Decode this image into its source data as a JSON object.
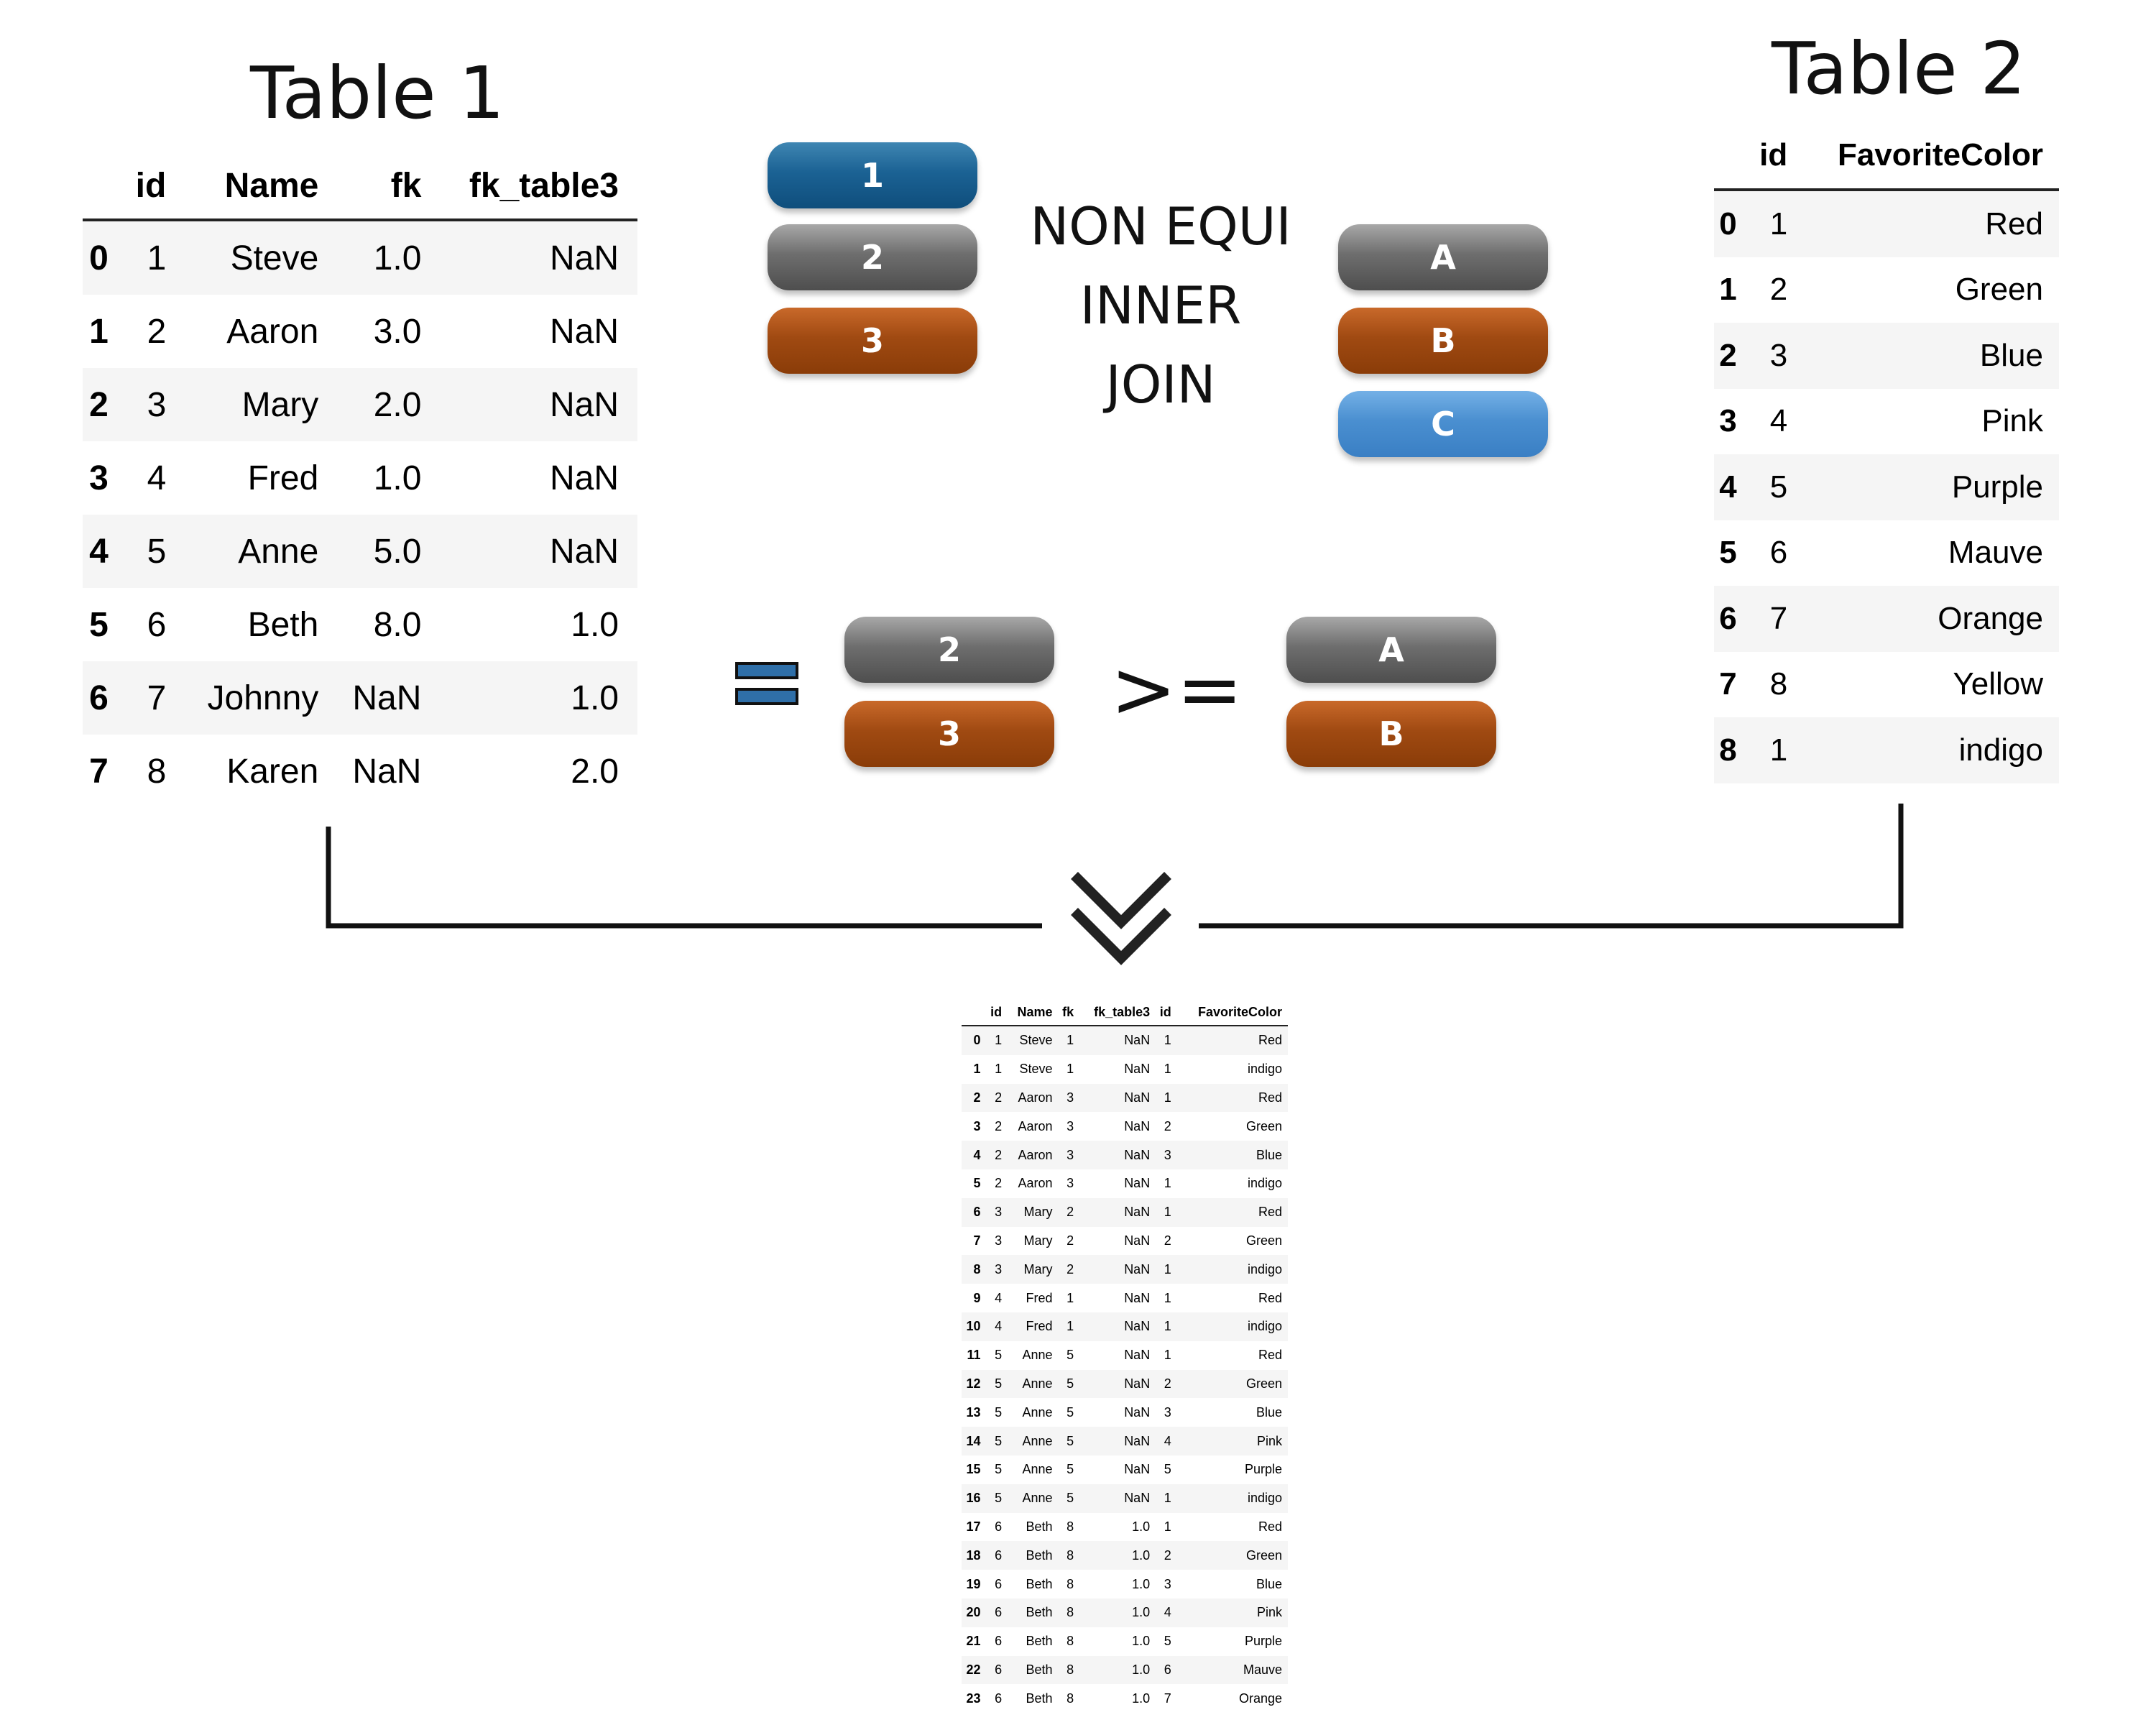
{
  "table1": {
    "title": "Table 1",
    "columns": [
      "",
      "id",
      "Name",
      "fk",
      "fk_table3"
    ],
    "rows": [
      [
        "0",
        "1",
        "Steve",
        "1.0",
        "NaN"
      ],
      [
        "1",
        "2",
        "Aaron",
        "3.0",
        "NaN"
      ],
      [
        "2",
        "3",
        "Mary",
        "2.0",
        "NaN"
      ],
      [
        "3",
        "4",
        "Fred",
        "1.0",
        "NaN"
      ],
      [
        "4",
        "5",
        "Anne",
        "5.0",
        "NaN"
      ],
      [
        "5",
        "6",
        "Beth",
        "8.0",
        "1.0"
      ],
      [
        "6",
        "7",
        "Johnny",
        "NaN",
        "1.0"
      ],
      [
        "7",
        "8",
        "Karen",
        "NaN",
        "2.0"
      ]
    ]
  },
  "table2": {
    "title": "Table 2",
    "columns": [
      "",
      "id",
      "FavoriteColor"
    ],
    "rows": [
      [
        "0",
        "1",
        "Red"
      ],
      [
        "1",
        "2",
        "Green"
      ],
      [
        "2",
        "3",
        "Blue"
      ],
      [
        "3",
        "4",
        "Pink"
      ],
      [
        "4",
        "5",
        "Purple"
      ],
      [
        "5",
        "6",
        "Mauve"
      ],
      [
        "6",
        "7",
        "Orange"
      ],
      [
        "7",
        "8",
        "Yellow"
      ],
      [
        "8",
        "1",
        "indigo"
      ]
    ]
  },
  "join_label": {
    "line1": "NON EQUI",
    "line2": "INNER",
    "line3": "JOIN"
  },
  "pills": {
    "left": [
      "1",
      "2",
      "3"
    ],
    "right": [
      "A",
      "B",
      "C"
    ],
    "cond_left": [
      "2",
      "3"
    ],
    "cond_right": [
      "A",
      "B"
    ]
  },
  "operator": ">=",
  "colors": {
    "blue": "#1b6294",
    "gray": "#6e6e6e",
    "brown": "#a04a12",
    "light_blue": "#4a8fd0"
  },
  "result": {
    "columns": [
      "",
      "id",
      "Name",
      "fk",
      "fk_table3",
      "id",
      "FavoriteColor"
    ],
    "rows": [
      [
        "0",
        "1",
        "Steve",
        "1",
        "NaN",
        "1",
        "Red"
      ],
      [
        "1",
        "1",
        "Steve",
        "1",
        "NaN",
        "1",
        "indigo"
      ],
      [
        "2",
        "2",
        "Aaron",
        "3",
        "NaN",
        "1",
        "Red"
      ],
      [
        "3",
        "2",
        "Aaron",
        "3",
        "NaN",
        "2",
        "Green"
      ],
      [
        "4",
        "2",
        "Aaron",
        "3",
        "NaN",
        "3",
        "Blue"
      ],
      [
        "5",
        "2",
        "Aaron",
        "3",
        "NaN",
        "1",
        "indigo"
      ],
      [
        "6",
        "3",
        "Mary",
        "2",
        "NaN",
        "1",
        "Red"
      ],
      [
        "7",
        "3",
        "Mary",
        "2",
        "NaN",
        "2",
        "Green"
      ],
      [
        "8",
        "3",
        "Mary",
        "2",
        "NaN",
        "1",
        "indigo"
      ],
      [
        "9",
        "4",
        "Fred",
        "1",
        "NaN",
        "1",
        "Red"
      ],
      [
        "10",
        "4",
        "Fred",
        "1",
        "NaN",
        "1",
        "indigo"
      ],
      [
        "11",
        "5",
        "Anne",
        "5",
        "NaN",
        "1",
        "Red"
      ],
      [
        "12",
        "5",
        "Anne",
        "5",
        "NaN",
        "2",
        "Green"
      ],
      [
        "13",
        "5",
        "Anne",
        "5",
        "NaN",
        "3",
        "Blue"
      ],
      [
        "14",
        "5",
        "Anne",
        "5",
        "NaN",
        "4",
        "Pink"
      ],
      [
        "15",
        "5",
        "Anne",
        "5",
        "NaN",
        "5",
        "Purple"
      ],
      [
        "16",
        "5",
        "Anne",
        "5",
        "NaN",
        "1",
        "indigo"
      ],
      [
        "17",
        "6",
        "Beth",
        "8",
        "1.0",
        "1",
        "Red"
      ],
      [
        "18",
        "6",
        "Beth",
        "8",
        "1.0",
        "2",
        "Green"
      ],
      [
        "19",
        "6",
        "Beth",
        "8",
        "1.0",
        "3",
        "Blue"
      ],
      [
        "20",
        "6",
        "Beth",
        "8",
        "1.0",
        "4",
        "Pink"
      ],
      [
        "21",
        "6",
        "Beth",
        "8",
        "1.0",
        "5",
        "Purple"
      ],
      [
        "22",
        "6",
        "Beth",
        "8",
        "1.0",
        "6",
        "Mauve"
      ],
      [
        "23",
        "6",
        "Beth",
        "8",
        "1.0",
        "7",
        "Orange"
      ]
    ]
  }
}
